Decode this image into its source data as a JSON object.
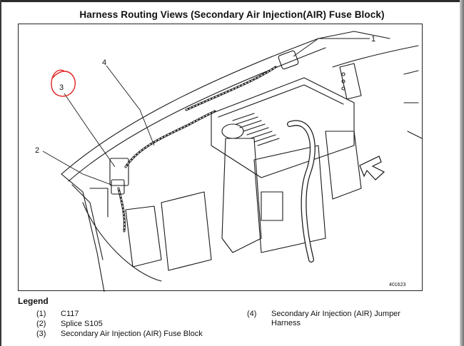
{
  "title": "Harness Routing Views (Secondary Air Injection(AIR) Fuse Block)",
  "figure_number": "401623",
  "callouts": {
    "c1": "1",
    "c2": "2",
    "c3": "3",
    "c4": "4"
  },
  "legend": {
    "title": "Legend",
    "items": [
      {
        "num": "(1)",
        "text": "C117"
      },
      {
        "num": "(2)",
        "text": "Splice S105"
      },
      {
        "num": "(3)",
        "text": "Secondary Air Injection (AIR) Fuse Block"
      },
      {
        "num": "(4)",
        "text": "Secondary Air Injection (AIR) Jumper Harness"
      }
    ]
  },
  "colors": {
    "line": "#1a1a1a",
    "circle_annotation": "#e02020"
  }
}
